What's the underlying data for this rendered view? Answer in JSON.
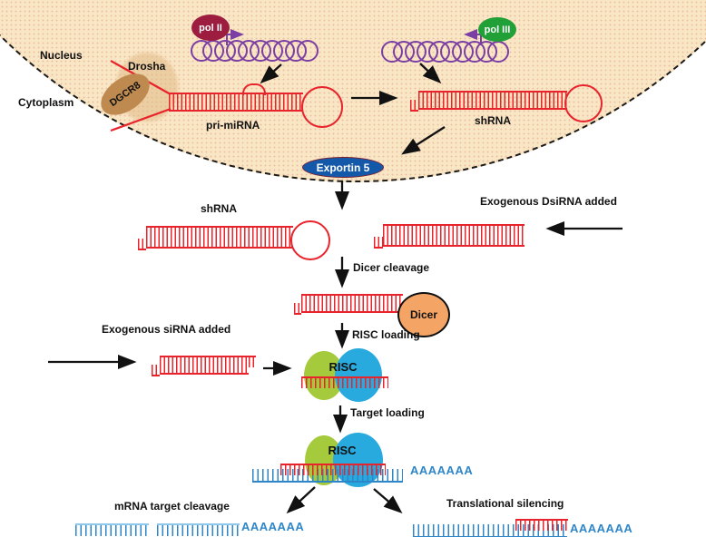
{
  "figure": {
    "type": "pathway-diagram",
    "topic": "RNA interference (shRNA / siRNA / miRNA) processing pathway"
  },
  "colors": {
    "nucleus_fill": "#f9e6c5",
    "rna_red": "#e8232b",
    "mrna_blue": "#2e86c8",
    "pol2_fill": "#9c1d3f",
    "pol3_fill": "#21a038",
    "exportin_fill": "#1459a9",
    "dicer_fill": "#f4a565",
    "risc_green": "#a5ca3b",
    "risc_blue": "#29aade",
    "dgcr8_fill": "#bf8a50",
    "helix_purple": "#7b3fa3"
  },
  "labels": {
    "nucleus": "Nucleus",
    "cytoplasm": "Cytoplasm",
    "pol2": "pol II",
    "pol3": "pol III",
    "drosha": "Drosha",
    "dgcr8": "DGCR8",
    "pri_mirna": "pri-miRNA",
    "shrna_nuclear": "shRNA",
    "exportin5": "Exportin 5",
    "shrna_cytoplasm": "shRNA",
    "exogenous_dsirna": "Exogenous DsiRNA added",
    "dicer_cleavage": "Dicer cleavage",
    "dicer": "Dicer",
    "risc_loading": "RISC loading",
    "exogenous_sirna": "Exogenous siRNA added",
    "risc1": "RISC",
    "target_loading": "Target loading",
    "risc2": "RISC",
    "polya_target": "AAAAAAA",
    "mrna_target_cleavage": "mRNA target cleavage",
    "polya_cleaved": "AAAAAAA",
    "translational_silencing": "Translational silencing",
    "polya_silenced": "AAAAAAA"
  }
}
